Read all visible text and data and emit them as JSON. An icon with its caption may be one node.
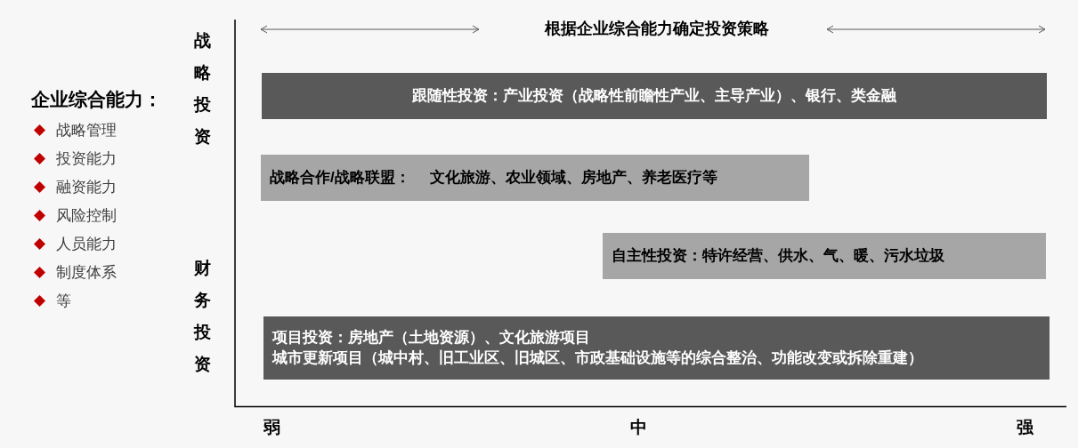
{
  "diagram": {
    "title": "根据企业综合能力确定投资策略",
    "nodes": [
      {
        "text": [
          "跟随性投资：产业投资（战略性前瞻性产业、主导产业）、银行、类金融"
        ]
      },
      {
        "text": [
          "战略合作/战略联盟：",
          "文化旅游、农业领域、房地产、养老医疗等"
        ]
      },
      {
        "text": [
          "自主性投资：特许经营、供水、气、暖、污水垃圾"
        ]
      },
      {
        "text": [
          "项目投资：房地产（土地资源）、文化旅游项目",
          "城市更新项目（城中村、旧工业区、旧城区、市政基础设施等的综合整治、功能改变或拆除重建）"
        ]
      }
    ],
    "edges": [],
    "labels": [
      "企业综合能力：",
      "战略管理",
      "投资能力",
      "融资能力",
      "风险控制",
      "人员能力",
      "制度体系",
      "等",
      "战略投资",
      "财务投资",
      "弱",
      "中",
      "强"
    ]
  }
}
